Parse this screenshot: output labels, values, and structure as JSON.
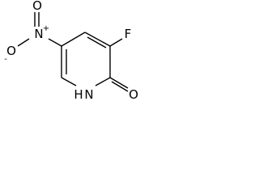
{
  "molecule": {
    "atoms": {
      "nitro_n": "N",
      "nitro_o_top": "O",
      "nitro_o_left": "O",
      "nitro_n_charge": "+",
      "nitro_o_charge": "-",
      "fluorine": "F",
      "ring_nh": "H",
      "ring_n": "N",
      "carbonyl_o": "O"
    }
  }
}
